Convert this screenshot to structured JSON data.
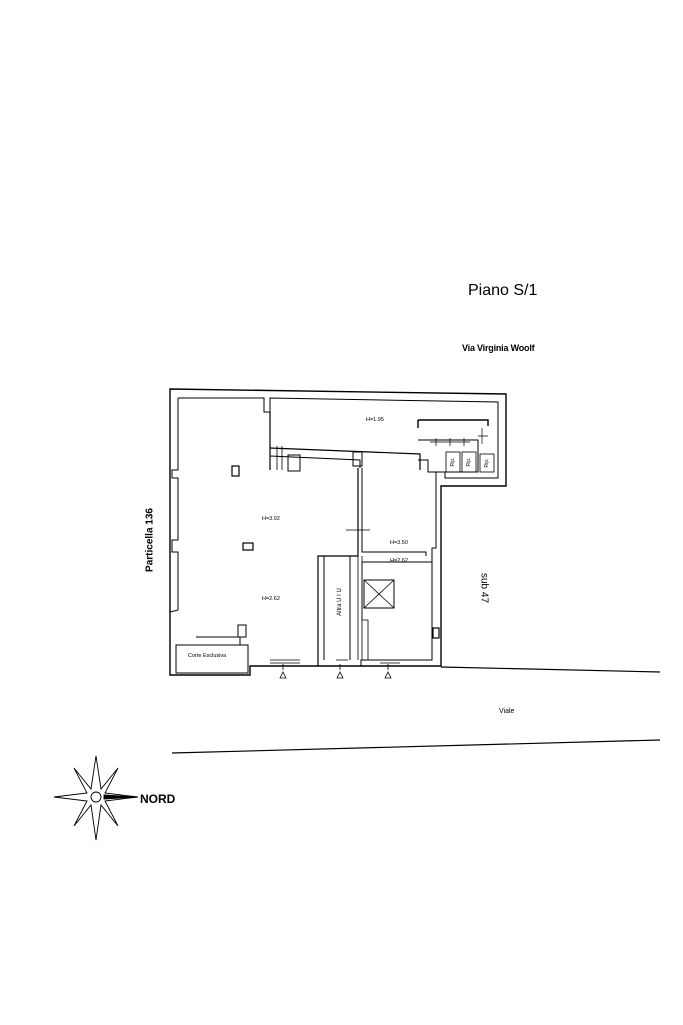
{
  "title": "Piano S/1",
  "street_top": "Via Virginia Woolf",
  "street_bottom": "Viale",
  "left_label": "Particella 136",
  "right_label": "sub 47",
  "other_unit": "Altra U I U",
  "heights": {
    "top_corridor": "H=1.95",
    "main_upper": "H=3.92",
    "main_lower": "H=2.62",
    "mid_right": "H=3.50",
    "stair_room": "H=2.62"
  },
  "courtyard": "Corte Esclusiva",
  "storage": [
    "Rip.",
    "Rip.",
    "Rip."
  ],
  "compass_label": "NORD"
}
